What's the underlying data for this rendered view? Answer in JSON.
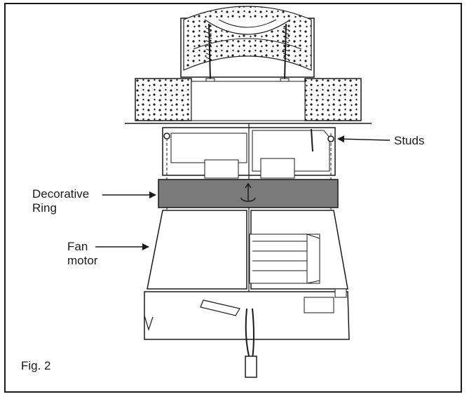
{
  "figure": {
    "caption": "Fig. 2"
  },
  "callouts": {
    "studs": "Studs",
    "decorative_ring_line1": "Decorative",
    "decorative_ring_line2": "Ring",
    "fan_motor_line1": "Fan",
    "fan_motor_line2": "motor"
  },
  "colors": {
    "line": "#1a1a1a",
    "ring_fill": "#7a7a7a",
    "background": "#ffffff"
  }
}
